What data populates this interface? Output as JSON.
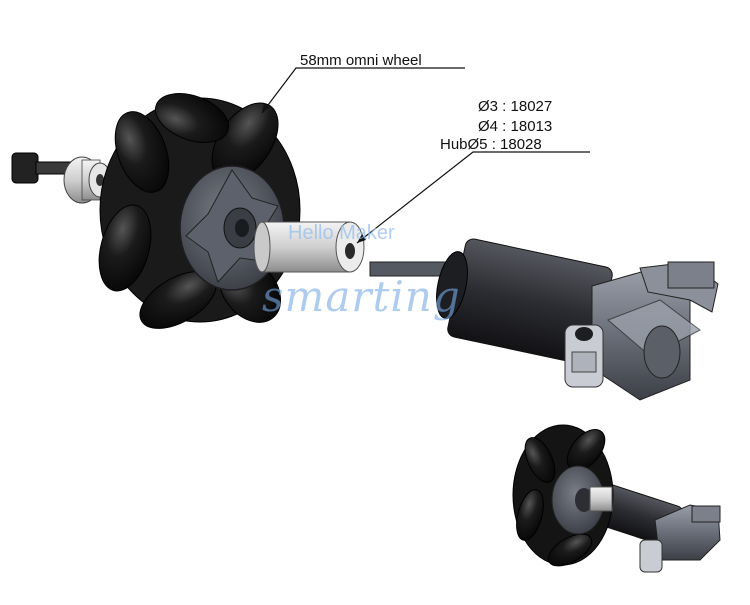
{
  "callouts": {
    "wheel_label": "58mm omni wheel",
    "hub_row1": "Ø3 : 18027",
    "hub_row2": "Ø4 : 18013",
    "hub_row3": "HubØ5 : 18028"
  },
  "watermark": {
    "line1": "Hello Maker",
    "line2": "smarting"
  },
  "colors": {
    "roller": "#141414",
    "hub": "#4a4d55",
    "metal": "#d8d8d8",
    "motor": "#2a2b30",
    "bracket": "#6a6e78"
  }
}
